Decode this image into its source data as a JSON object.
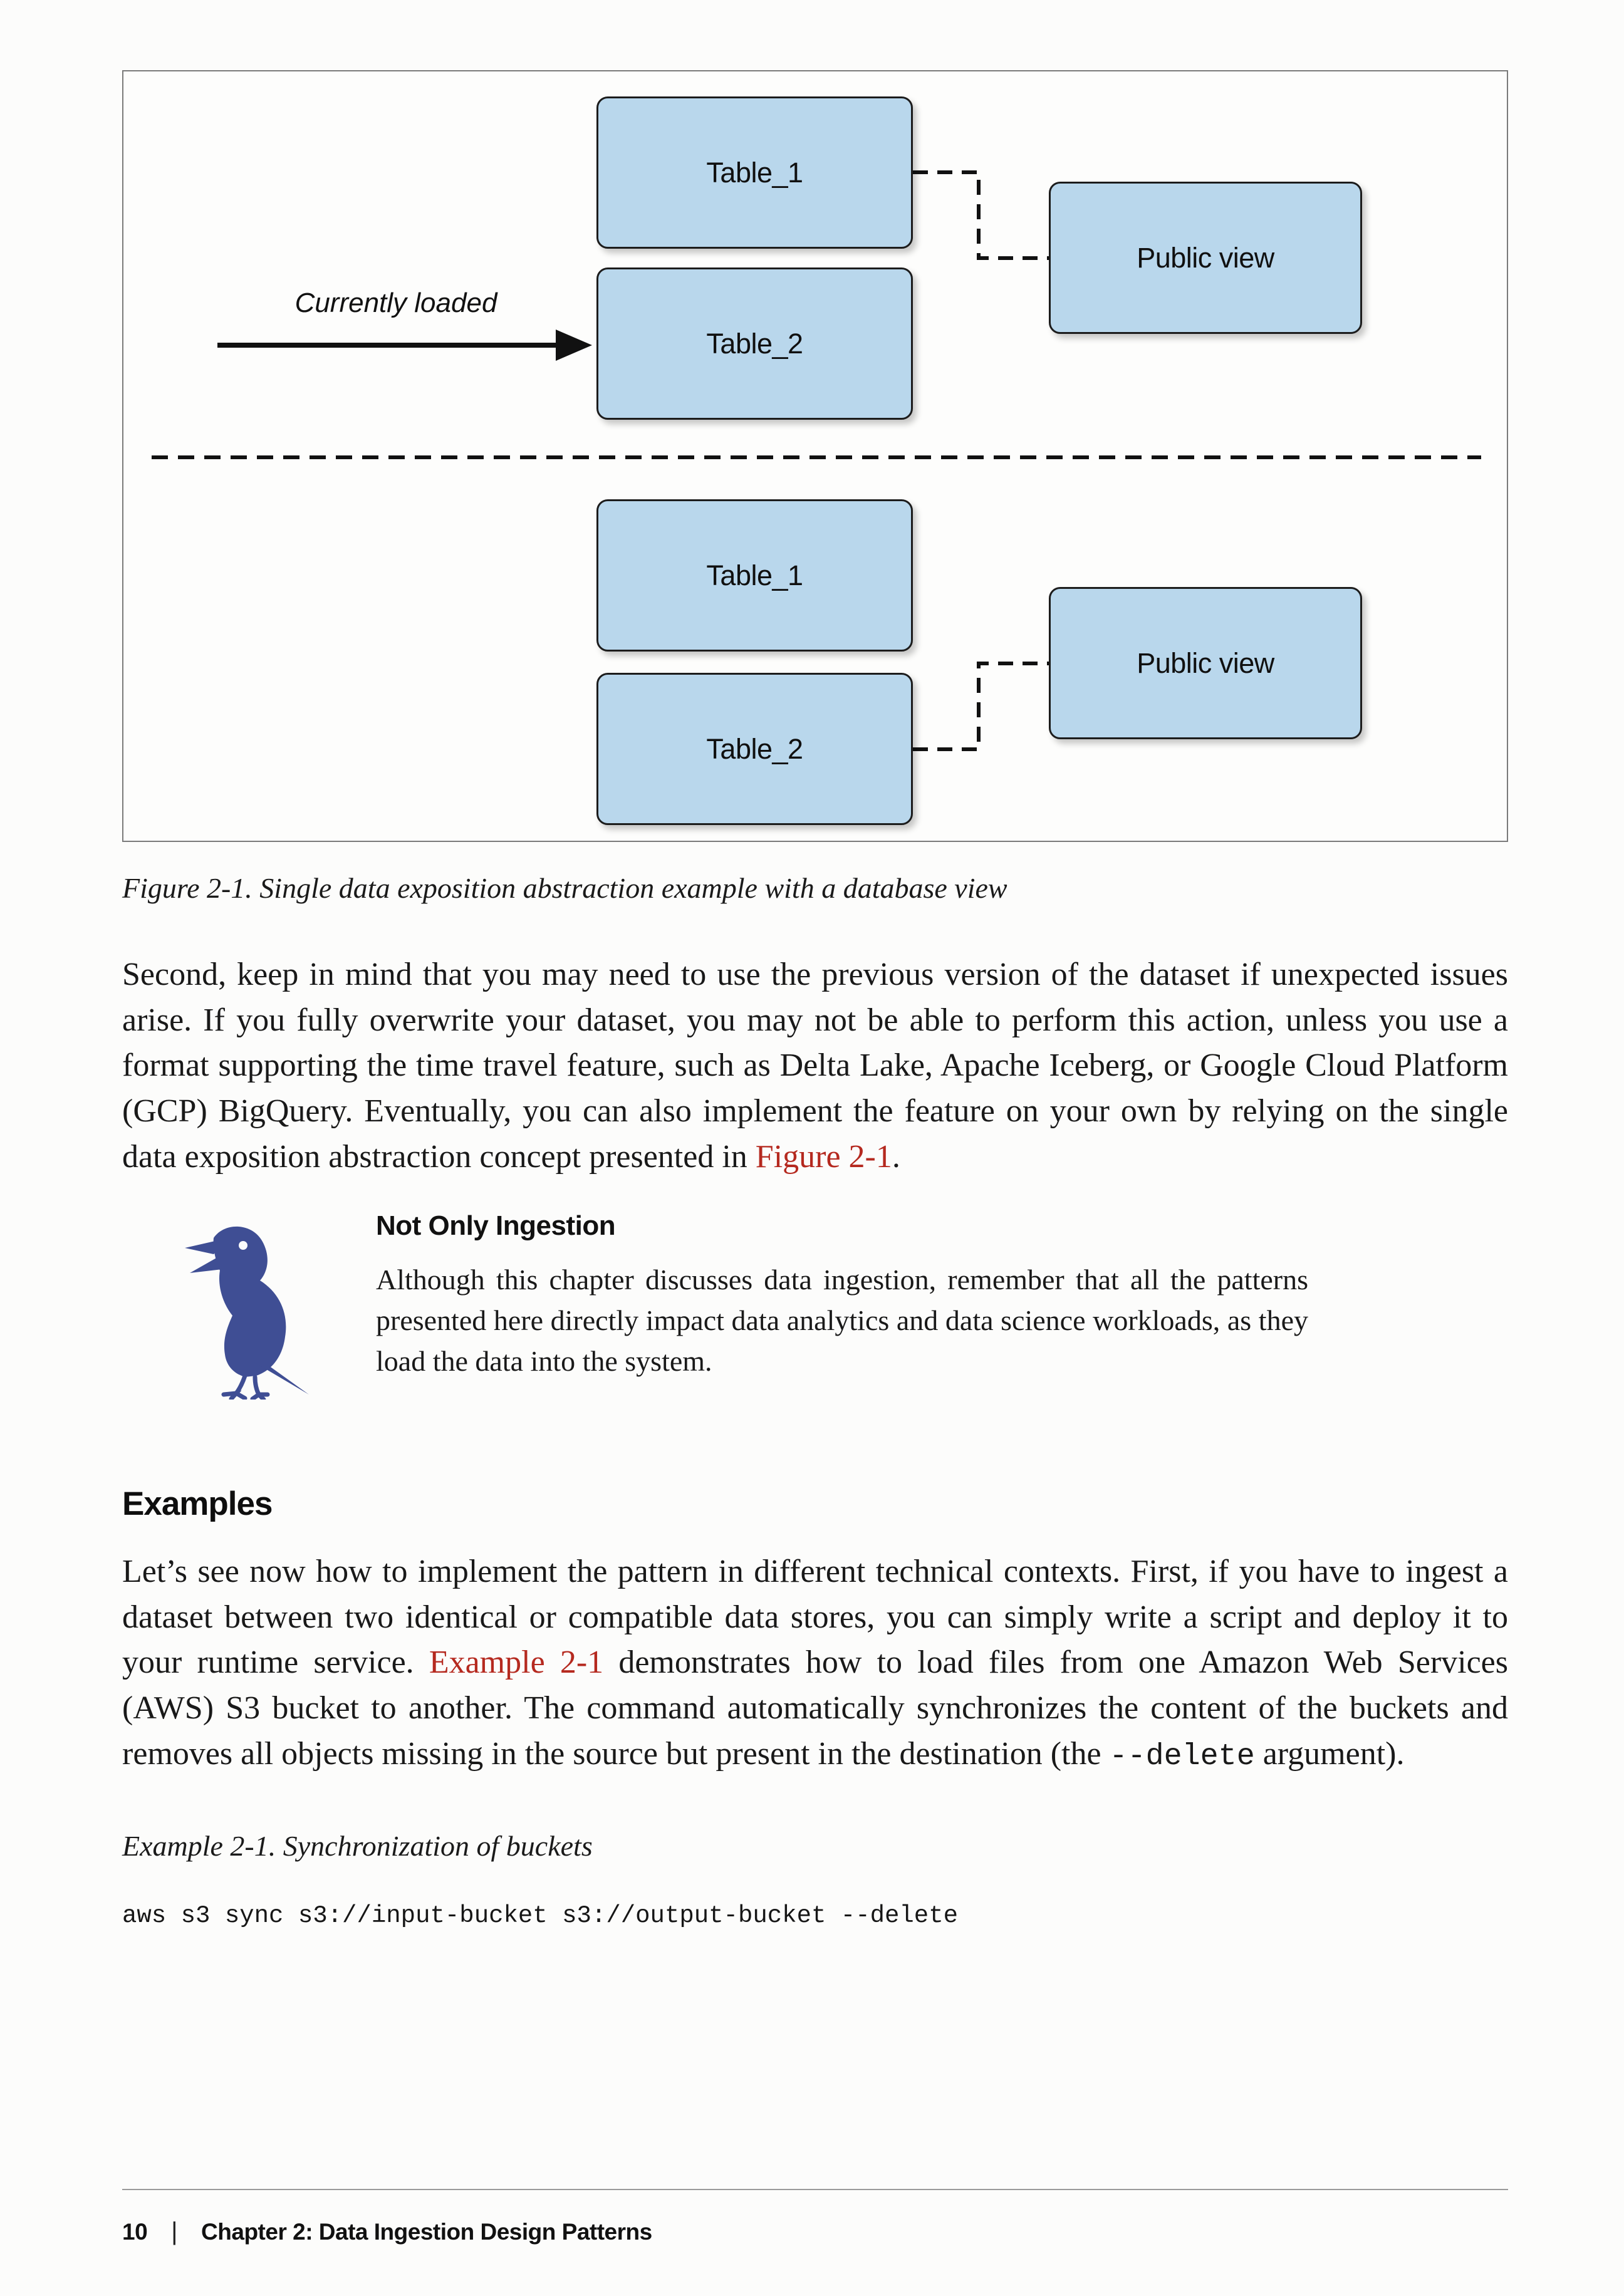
{
  "figure": {
    "top": {
      "table1": "Table_1",
      "table2": "Table_2",
      "public_view": "Public view",
      "arrow_label": "Currently loaded"
    },
    "bottom": {
      "table1": "Table_1",
      "table2": "Table_2",
      "public_view": "Public view"
    },
    "caption": "Figure 2-1. Single data exposition abstraction example with a database view"
  },
  "paragraph1": {
    "part1": "Second, keep in mind that you may need to use the previous version of the dataset if unexpected issues arise. If you fully overwrite your dataset, you may not be able to perform this action, unless you use a format supporting the time travel feature, such as Delta Lake, Apache Iceberg, or Google Cloud Platform (GCP) BigQuery. Eventually, you can also implement the feature on your own by relying on the single data exposition abstraction concept presented in ",
    "link": "Figure 2-1",
    "part2": "."
  },
  "note": {
    "title": "Not Only Ingestion",
    "body": "Although this chapter discusses data ingestion, remember that all the patterns presented here directly impact data analytics and data science workloads, as they load the data into the system."
  },
  "section": {
    "heading": "Examples"
  },
  "paragraph2": {
    "part1": "Let’s see now how to implement the pattern in different technical contexts. First, if you have to ingest a dataset between two identical or compatible data stores, you can simply write a script and deploy it to your runtime service. ",
    "link": "Example 2-1",
    "part2": " demonstrates how to load files from one Amazon Web Services (AWS) S3 bucket to another. The command automatically synchronizes the content of the buckets and removes all objects missing in the source but present in the destination (the ",
    "code": "--delete",
    "part3": " argument)."
  },
  "example": {
    "caption": "Example 2-1. Synchronization of buckets",
    "code": "aws s3 sync s3://input-bucket s3://output-bucket --delete"
  },
  "footer": {
    "page_number": "10",
    "separator": "|",
    "chapter": "Chapter 2: Data Ingestion Design Patterns"
  },
  "colors": {
    "link_red": "#b5291f",
    "box_blue": "#b9d7ec",
    "crow_blue": "#3f4e94"
  }
}
